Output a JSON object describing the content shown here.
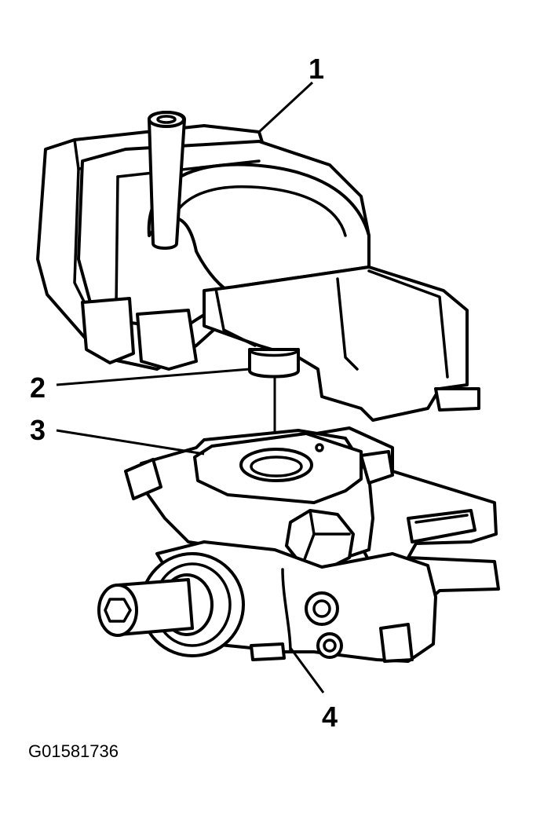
{
  "callouts": [
    {
      "id": "1",
      "text": "1"
    },
    {
      "id": "2",
      "text": "2"
    },
    {
      "id": "3",
      "text": "3"
    },
    {
      "id": "4",
      "text": "4"
    }
  ],
  "figure_id": "G01581736",
  "colors": {
    "line": "#000000",
    "background": "#ffffff"
  }
}
